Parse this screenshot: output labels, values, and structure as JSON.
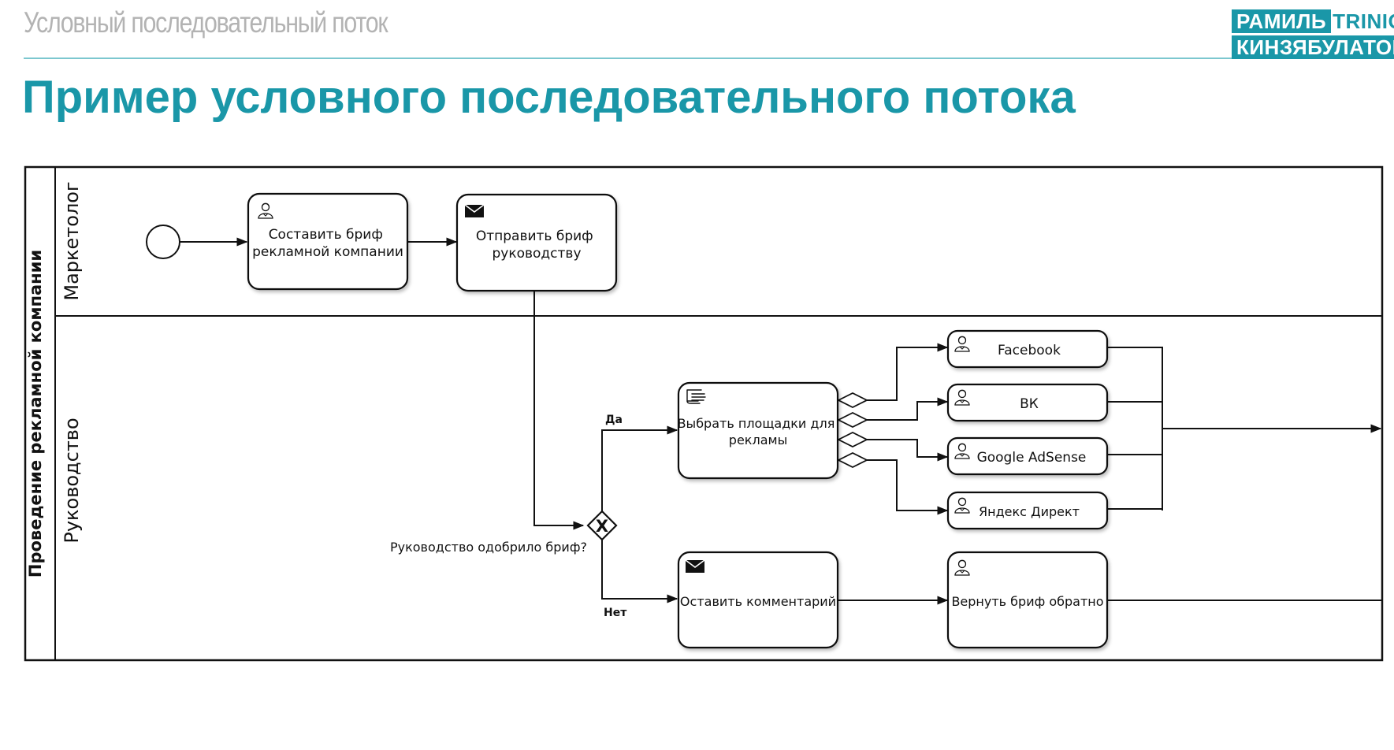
{
  "header": {
    "section_title": "Условный последовательный поток",
    "page_title": "Пример условного последовательного потока",
    "logo_line1_block": "РАМИЛЬ",
    "logo_line1_plain": "TRINION",
    "logo_line2": "КИНЗЯБУЛАТОВ"
  },
  "pool": {
    "name": "Проведение рекламной компании",
    "lanes": [
      "Маркетолог",
      "Руководство"
    ]
  },
  "tasks": {
    "compose_brief": [
      "Составить бриф",
      "рекламной компании"
    ],
    "send_brief": [
      "Отправить бриф",
      "руководству"
    ],
    "choose_platforms": [
      "Выбрать площадки для",
      "рекламы"
    ],
    "facebook": [
      "Facebook"
    ],
    "vk": [
      "ВК"
    ],
    "google": [
      "Google AdSense"
    ],
    "yandex": [
      "Яндекс Директ"
    ],
    "leave_comment": [
      "Оставить комментарий"
    ],
    "return_brief": [
      "Вернуть бриф обратно"
    ]
  },
  "gateway": {
    "question": "Руководство одобрило бриф?",
    "yes_label": "Да",
    "no_label": "Нет",
    "marker": "X"
  },
  "colors": {
    "accent": "#1a97a8",
    "rule": "#7cc7cf",
    "subtitle": "#b3b3b3",
    "line": "#111111"
  }
}
